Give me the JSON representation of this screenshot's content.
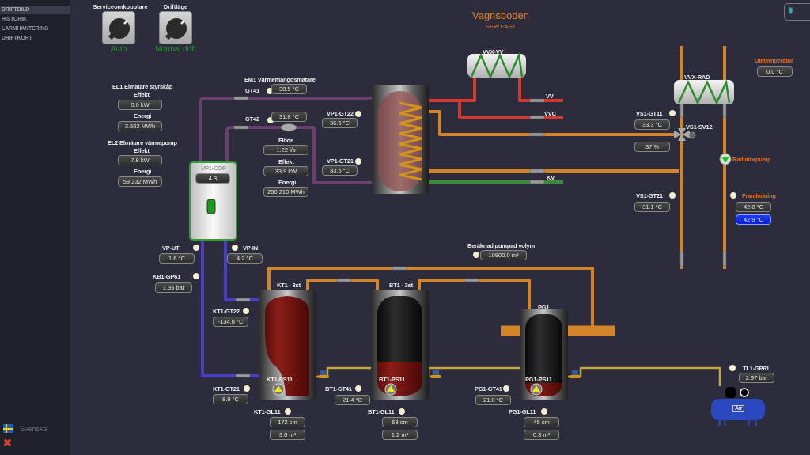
{
  "nav": {
    "items": [
      {
        "label": "DRIFTBILD",
        "active": true
      },
      {
        "label": "HISTORIK",
        "active": false
      },
      {
        "label": "LARMHANTERING",
        "active": false
      },
      {
        "label": "DRIFTKORT",
        "active": false
      }
    ],
    "language": "Svenska"
  },
  "header": {
    "title": "Vagnsboden",
    "subtitle": "SEW1-AS1"
  },
  "switches": {
    "service": {
      "title": "Serviceomkopplare",
      "state": "Auto"
    },
    "mode": {
      "title": "Driftläge",
      "state": "Normal drift"
    }
  },
  "el1": {
    "title": "EL1 Elmätare styrskåp",
    "effekt_label": "Effekt",
    "effekt": "0.0 kW",
    "energi_label": "Energi",
    "energi": "3.562 MWh"
  },
  "el2": {
    "title": "EL2 Elmätare värmepump",
    "effekt_label": "Effekt",
    "effekt": "7.8 kW",
    "energi_label": "Energi",
    "energi": "59.232 MWh"
  },
  "em1": {
    "title": "EM1 Värmemängdsmätare",
    "gt41_label": "GT41",
    "gt41": "38.5 °C",
    "gt42_label": "GT42",
    "gt42": "31.8 °C",
    "flode_label": "Flöde",
    "flode": "1.22 l/s",
    "effekt_label": "Effekt",
    "effekt": "33.9 kW",
    "energi_label": "Energi",
    "energi": "250.210 MWh"
  },
  "vp1": {
    "cop_label": "VP1-COP",
    "cop": "4.3",
    "gt22_label": "VP1-GT22",
    "gt22": "36.6 °C",
    "gt21_label": "VP1-GT21",
    "gt21": "33.5 °C",
    "ut_label": "VP-UT",
    "ut": "1.6 °C",
    "in_label": "VP-IN",
    "in": "4.2 °C"
  },
  "kb1": {
    "label": "KB1-GP61",
    "value": "1.35 bar"
  },
  "vvx_vv": {
    "label": "VVX-VV"
  },
  "vvx_rad": {
    "label": "VVX-RAD"
  },
  "pipes": {
    "vv": "VV",
    "vvc": "VVC",
    "kv": "KV"
  },
  "vs1": {
    "gt11_label": "VS1-GT11",
    "gt11": "33.3 °C",
    "sv12_label": "VS1-SV12",
    "sv12": "37 %",
    "gt21_label": "VS1-GT21",
    "gt21": "31.1 °C"
  },
  "outdoor": {
    "label": "Utetemperatur",
    "value": "0.0 °C"
  },
  "radiator": {
    "pump_label": "Radiatorpump",
    "supply_label": "Framledning",
    "supply": "42.8 °C",
    "setpoint": "42.9 °C"
  },
  "volume": {
    "label": "Beräknad pumpad volym",
    "value": "10900.0 m³"
  },
  "kt1": {
    "title": "KT1 - 3st",
    "gt22_label": "KT1-GT22",
    "gt22": "-134.8 °C",
    "gt21_label": "KT1-GT21",
    "gt21": "8.9 °C",
    "ps11_label": "KT1-PS11",
    "gl11_label": "KT1-GL11",
    "level": "172 cm",
    "volume": "3.0 m³"
  },
  "bt1": {
    "title": "BT1 - 3st",
    "gt41_label": "BT1-GT41",
    "gt41": "21.4 °C",
    "ps11_label": "BT1-PS11",
    "gl11_label": "BT1-GL11",
    "level": "63 cm",
    "volume": "1.2 m³"
  },
  "pg1": {
    "title": "PG1",
    "gt41_label": "PG1-GT41",
    "gt41": "21.0 °C",
    "ps11_label": "PG1-PS11",
    "gl11_label": "PG1-GL11",
    "level": "45 cm",
    "volume": "0.3 m³"
  },
  "tl1": {
    "label": "TL1-GP61",
    "value": "2.97 bar",
    "compressor_label": "Air"
  },
  "colors": {
    "accent": "#e8841f",
    "ok": "#14a01c",
    "background": "#2c2c3c"
  }
}
